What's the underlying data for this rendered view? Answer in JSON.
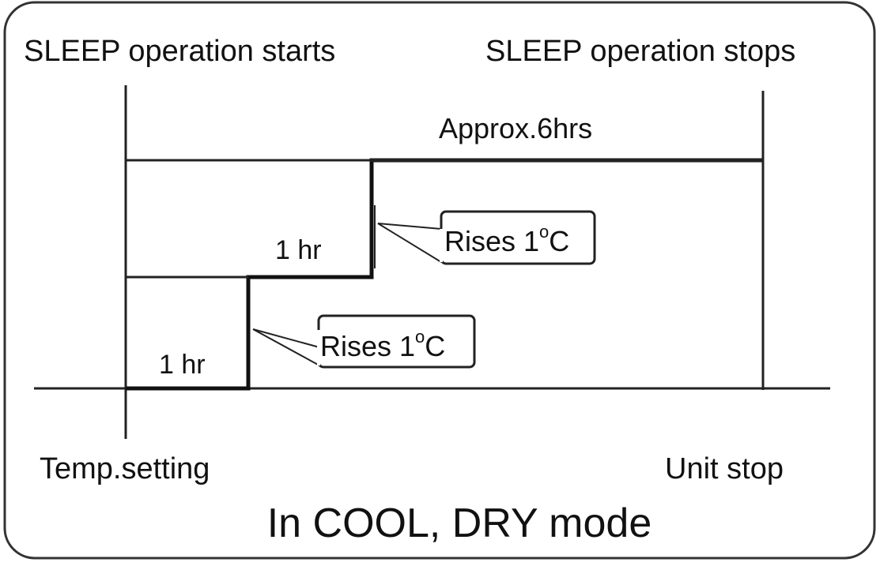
{
  "labels": {
    "start": "SLEEP operation starts",
    "stop": "SLEEP operation stops",
    "duration": "Approx.6hrs",
    "step_upper": "1 hr",
    "step_lower": "1 hr",
    "temp_setting": "Temp.setting",
    "unit_stop": "Unit stop",
    "mode": "In COOL, DRY mode"
  },
  "callouts": [
    {
      "text": "Rises 1",
      "degree": "o",
      "unit": "C"
    },
    {
      "text": "Rises 1",
      "degree": "o",
      "unit": "C"
    }
  ]
}
